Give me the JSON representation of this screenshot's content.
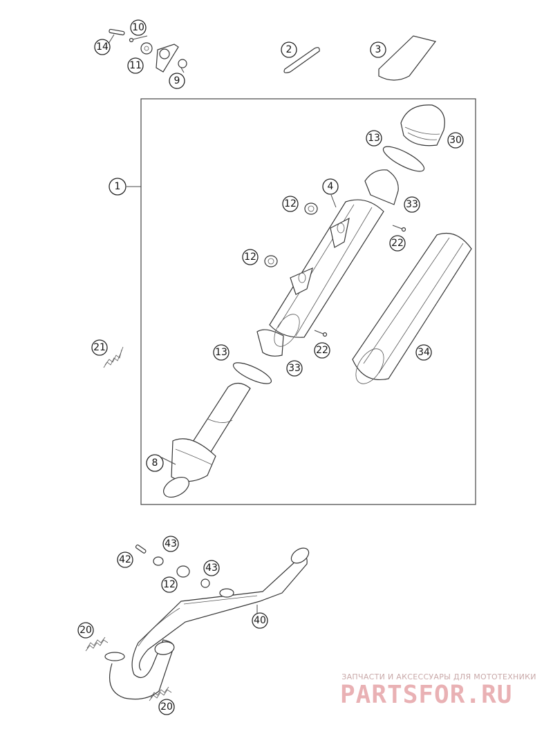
{
  "callouts": {
    "c1": "1",
    "c2": "2",
    "c3": "3",
    "c4": "4",
    "c8": "8",
    "c9": "9",
    "c10": "10",
    "c11": "11",
    "c12a": "12",
    "c12b": "12",
    "c12c": "12",
    "c13a": "13",
    "c13b": "13",
    "c14": "14",
    "c20a": "20",
    "c20b": "20",
    "c21": "21",
    "c22a": "22",
    "c22b": "22",
    "c30": "30",
    "c33a": "33",
    "c33b": "33",
    "c34": "34",
    "c40": "40",
    "c42": "42",
    "c43a": "43",
    "c43b": "43"
  },
  "watermark": {
    "caption": "ЗАПЧАСТИ И АКСЕССУАРЫ ДЛЯ МОТОТЕХНИКИ",
    "logo": "PARTSFOR.RU"
  },
  "colors": {
    "line": "#333333",
    "watermark": "#e9b1b4"
  }
}
